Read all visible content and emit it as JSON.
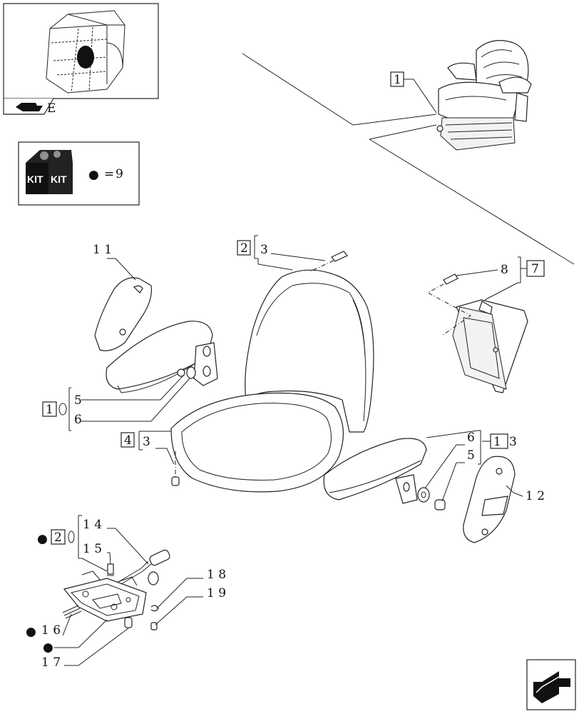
{
  "thumbnail": {
    "label": "E"
  },
  "kit_legend": {
    "kit_left": "KIT",
    "kit_right": "KIT",
    "symbol": "●",
    "equals": "=",
    "value": "9"
  },
  "callouts": {
    "c1": "1",
    "c2": "2",
    "c3": "3",
    "c3b": "3",
    "c4": "4",
    "c5": "5",
    "c5b": "5",
    "c6": "6",
    "c6b": "6",
    "c7": "7",
    "c8": "8",
    "c10": "1",
    "c11": "1 1",
    "c12": "1 2",
    "c13a": "1",
    "c13b": "3",
    "c14": "1 4",
    "c15": "1 5",
    "c16": "1 6",
    "c17": "1 7",
    "c18": "1 8",
    "c19": "1 9",
    "c20": "2",
    "c9": "9"
  },
  "bullets": {
    "symbol": "●"
  }
}
